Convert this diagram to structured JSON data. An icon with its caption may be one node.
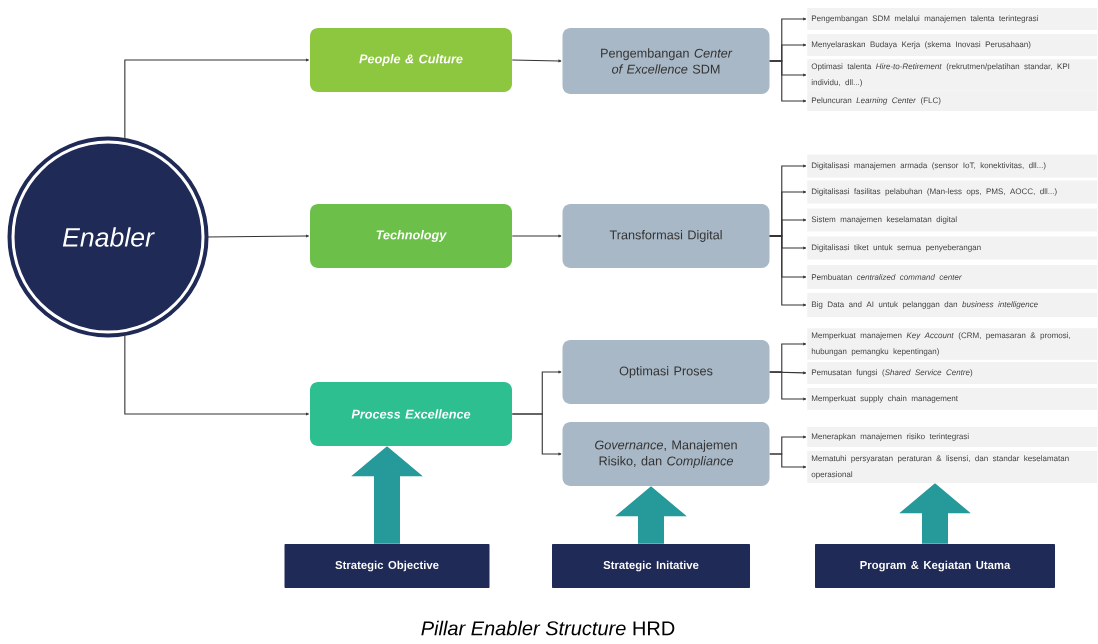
{
  "diagram": {
    "caption": "*Pillar Enabler Structure* HRD",
    "nodes": [
      {
        "text": [
          "Enabler"
        ]
      },
      {
        "text": [
          "People & Culture"
        ]
      },
      {
        "text": [
          "Technology"
        ]
      },
      {
        "text": [
          "Process Excellence"
        ]
      },
      {
        "text": [
          "Pengembangan *Center of Excellence* SDM"
        ]
      },
      {
        "text": [
          "Transformasi Digital"
        ]
      },
      {
        "text": [
          "Optimasi Proses"
        ]
      },
      {
        "text": [
          "*Governance*, Manajemen Risiko, dan *Compliance*"
        ]
      },
      {
        "text": [
          "Pengembangan SDM melalui manajemen talenta terintegrasi"
        ]
      },
      {
        "text": [
          "Menyelaraskan Budaya Kerja (skema Inovasi Perusahaan)"
        ]
      },
      {
        "text": [
          "Optimasi talenta *Hire-to-Retirement* (rekrutmen/pelatihan standar, KPI individu, dll...)"
        ]
      },
      {
        "text": [
          "Peluncuran *Learning Center* (FLC)"
        ]
      },
      {
        "text": [
          "Digitalisasi manajemen armada (sensor IoT, konektivitas, dll...)"
        ]
      },
      {
        "text": [
          "Digitalisasi fasilitas pelabuhan (Man-less ops, PMS, AOCC, dll...)"
        ]
      },
      {
        "text": [
          "Sistem manajemen keselamatan digital"
        ]
      },
      {
        "text": [
          "Digitalisasi tiket untuk semua penyeberangan"
        ]
      },
      {
        "text": [
          "Pembuatan *centralized command center*"
        ]
      },
      {
        "text": [
          "Big Data and AI untuk pelanggan dan *business intelligence*"
        ]
      },
      {
        "text": [
          "Memperkuat manajemen *Key Account* (CRM, pemasaran & promosi, hubungan pemangku kepentingan)"
        ]
      },
      {
        "text": [
          "Pemusatan fungsi (*Shared Service Centre*)"
        ]
      },
      {
        "text": [
          "Memperkuat supply chain management"
        ]
      },
      {
        "text": [
          "Menerapkan manajemen risiko terintegrasi"
        ]
      },
      {
        "text": [
          "Mematuhi persyaratan peraturan & lisensi, dan standar keselamatan operasional"
        ]
      },
      {
        "text": [
          "Strategic Objective"
        ]
      },
      {
        "text": [
          "Strategic Initative"
        ]
      },
      {
        "text": [
          "Program & Kegiatan Utama"
        ]
      }
    ],
    "edges": [
      {
        "from": 0,
        "to": 1,
        "arrow": "to"
      },
      {
        "from": 0,
        "to": 2,
        "arrow": "to"
      },
      {
        "from": 0,
        "to": 3,
        "arrow": "to"
      },
      {
        "from": 1,
        "to": 4,
        "arrow": "to"
      },
      {
        "from": 2,
        "to": 5,
        "arrow": "to"
      },
      {
        "from": 3,
        "to": 6,
        "arrow": "to"
      },
      {
        "from": 3,
        "to": 7,
        "arrow": "to"
      },
      {
        "from": 4,
        "to": 8,
        "arrow": "to"
      },
      {
        "from": 4,
        "to": 9,
        "arrow": "to"
      },
      {
        "from": 4,
        "to": 10,
        "arrow": "to"
      },
      {
        "from": 4,
        "to": 11,
        "arrow": "to"
      },
      {
        "from": 5,
        "to": 12,
        "arrow": "to"
      },
      {
        "from": 5,
        "to": 13,
        "arrow": "to"
      },
      {
        "from": 5,
        "to": 14,
        "arrow": "to"
      },
      {
        "from": 5,
        "to": 15,
        "arrow": "to"
      },
      {
        "from": 5,
        "to": 16,
        "arrow": "to"
      },
      {
        "from": 5,
        "to": 17,
        "arrow": "to"
      },
      {
        "from": 6,
        "to": 18,
        "arrow": "to"
      },
      {
        "from": 6,
        "to": 19,
        "arrow": "to"
      },
      {
        "from": 6,
        "to": 20,
        "arrow": "to"
      },
      {
        "from": 7,
        "to": 21,
        "arrow": "to"
      },
      {
        "from": 7,
        "to": 22,
        "arrow": "to"
      },
      {
        "from": 23,
        "to": 3,
        "arrow": "to",
        "style": "thick",
        "color": "#26999a"
      },
      {
        "from": 24,
        "to": 7,
        "arrow": "to",
        "style": "thick",
        "color": "#26999a"
      },
      {
        "from": 25,
        "to": 22,
        "arrow": "to",
        "style": "thick",
        "color": "#26999a"
      }
    ]
  }
}
